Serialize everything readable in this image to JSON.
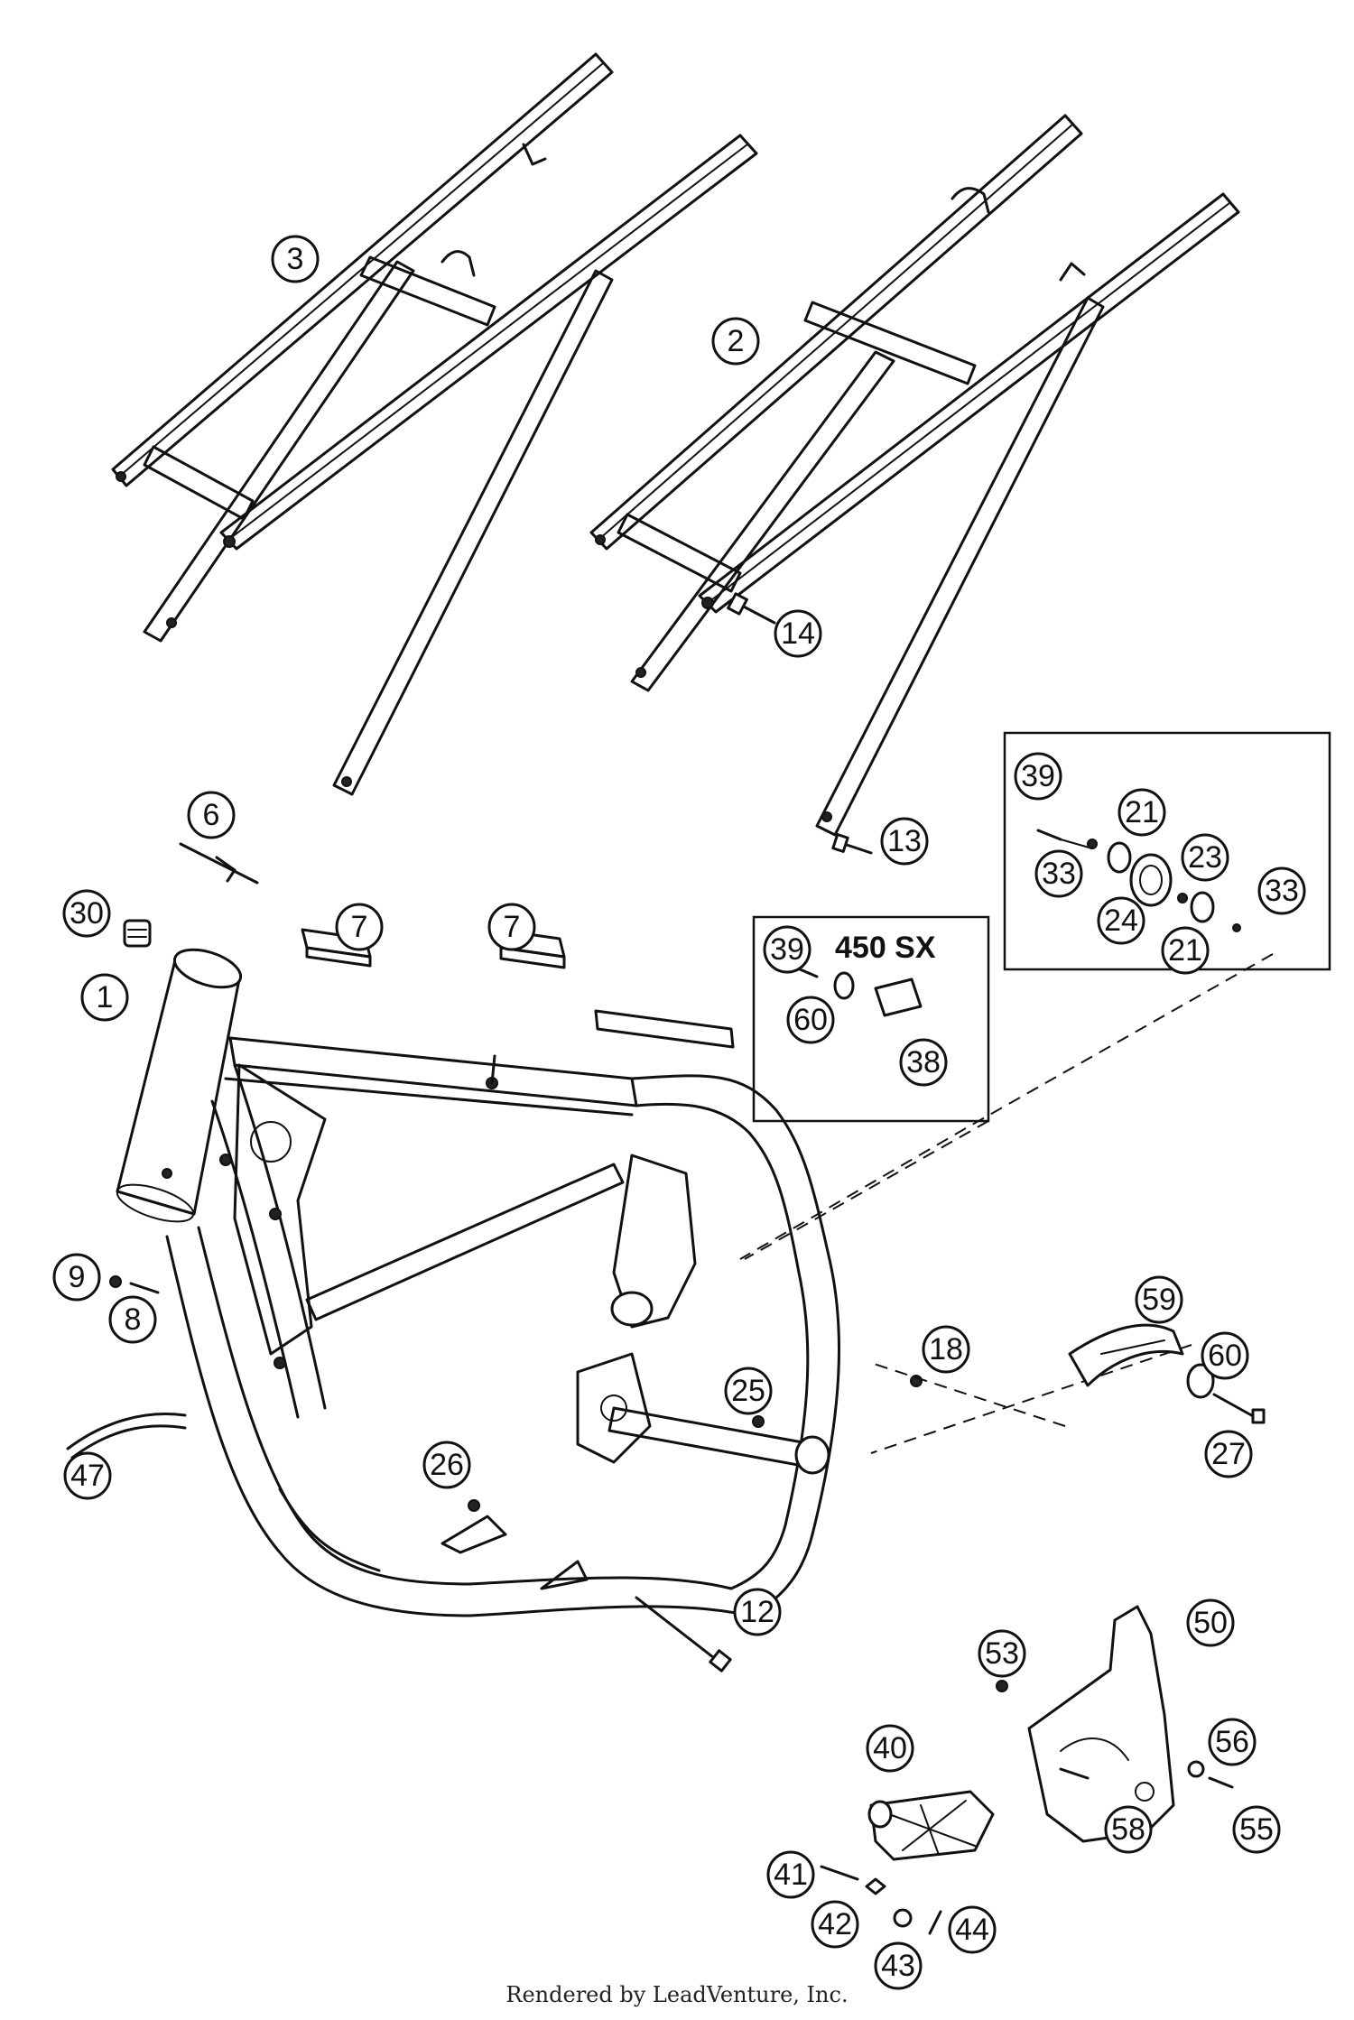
{
  "callouts": {
    "c1": "1",
    "c2": "2",
    "c3": "3",
    "c6": "6",
    "c7a": "7",
    "c7b": "7",
    "c8": "8",
    "c9": "9",
    "c12": "12",
    "c13": "13",
    "c14": "14",
    "c18": "18",
    "c21a": "21",
    "c21b": "21",
    "c23": "23",
    "c24": "24",
    "c25": "25",
    "c26": "26",
    "c27": "27",
    "c30": "30",
    "c33a": "33",
    "c33b": "33",
    "c38": "38",
    "c39a": "39",
    "c39b": "39",
    "c40": "40",
    "c41": "41",
    "c42": "42",
    "c43": "43",
    "c44": "44",
    "c47": "47",
    "c50": "50",
    "c53": "53",
    "c55": "55",
    "c56": "56",
    "c58": "58",
    "c59": "59",
    "c60a": "60",
    "c60b": "60"
  },
  "variant_label": "450 SX",
  "footer": "Rendered by LeadVenture, Inc."
}
